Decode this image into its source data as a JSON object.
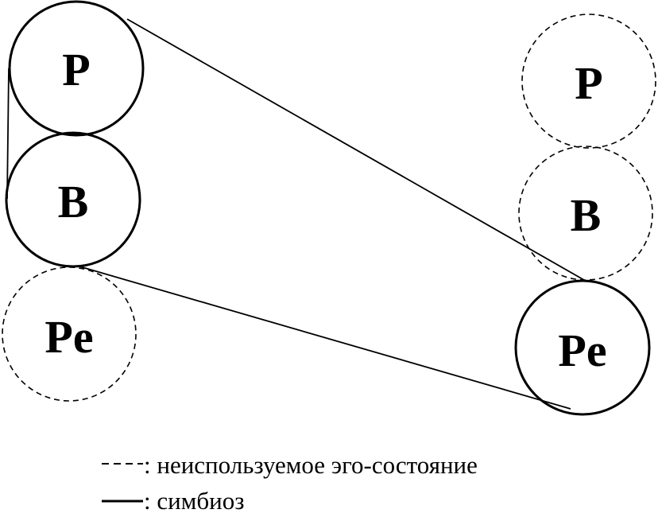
{
  "states": {
    "parent": "P",
    "adult": "B",
    "child": "Pe"
  },
  "left_group": {
    "top": "P",
    "middle": "B",
    "bottom": "Pe"
  },
  "right_group": {
    "top": "P",
    "middle": "B",
    "bottom": "Pe"
  },
  "legend": {
    "dashed_label": ": неиспользуемое эго-состояние",
    "solid_label": ": симбиоз"
  }
}
